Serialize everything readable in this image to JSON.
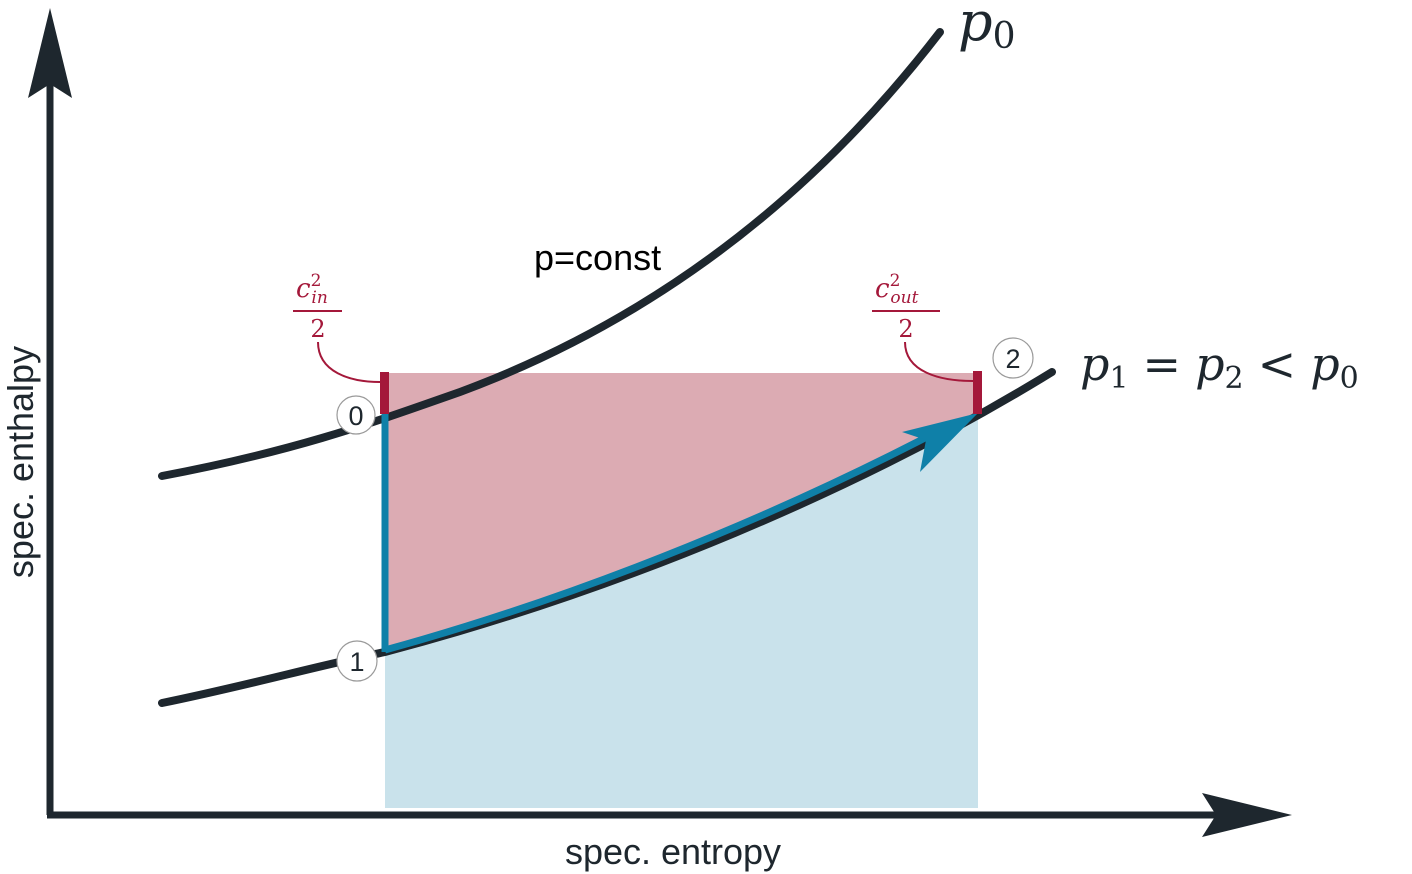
{
  "axes": {
    "x_label": "spec. entropy",
    "y_label": "spec. enthalpy"
  },
  "curves": {
    "p0": {
      "p": "p",
      "sub": "0"
    },
    "isobar_annotation": "p=const",
    "p1": {
      "p1": "p",
      "sub1": "1",
      "eq": "=",
      "p2": "p",
      "sub2": "2",
      "lt": "<",
      "p0": "p",
      "sub0": "0"
    }
  },
  "states": {
    "s0": "0",
    "s1": "1",
    "s2": "2"
  },
  "kinetic_terms": {
    "in": {
      "c": "c",
      "exp": "2",
      "sub": "in",
      "den": "2"
    },
    "out": {
      "c": "c",
      "exp": "2",
      "sub": "out",
      "den": "2"
    }
  },
  "colors": {
    "axis": "#1e272e",
    "curve": "#1e272e",
    "process": "#0f80a8",
    "kinetic_bar": "#a4183a",
    "red_fill": "#dcabb3",
    "blue_fill": "#c9e2eb",
    "annotation": "#a4183a"
  }
}
